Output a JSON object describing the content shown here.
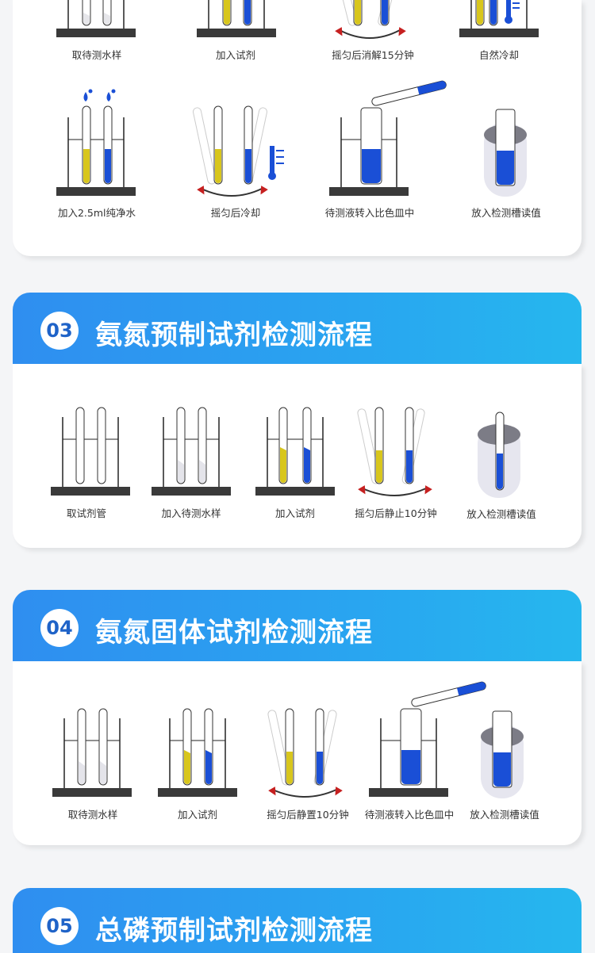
{
  "section_top": {
    "row1_captions": [
      "取待测水样",
      "加入试剂",
      "摇匀后消解15分钟",
      "自然冷却"
    ],
    "row2_captions": [
      "加入2.5ml纯净水",
      "摇匀后冷却",
      "待测液转入比色皿中",
      "放入检测槽读值"
    ]
  },
  "section_03": {
    "number": "03",
    "title": "氨氮预制试剂检测流程",
    "captions": [
      "取试剂管",
      "加入待测水样",
      "加入试剂",
      "摇匀后静止10分钟",
      "放入检测槽读值"
    ]
  },
  "section_04": {
    "number": "04",
    "title": "氨氮固体试剂检测流程",
    "captions": [
      "取待测水样",
      "加入试剂",
      "摇匀后静置10分钟",
      "待测液转入比色皿中",
      "放入检测槽读值"
    ]
  },
  "section_05": {
    "number": "05",
    "title": "总磷预制试剂检测流程"
  },
  "colors": {
    "header_start": "#2f8ef0",
    "header_end": "#26b7ee",
    "yellow_liquid": "#d8c61c",
    "blue_liquid": "#1a4fd6",
    "arrow_red": "#c62020",
    "base_dark": "#3a3a3a"
  },
  "icons": [
    "test-tube-rack-icon",
    "water-drop-icon",
    "thermometer-icon",
    "shake-arrow-icon",
    "cuvette-icon",
    "detector-slot-icon",
    "dropper-icon"
  ]
}
